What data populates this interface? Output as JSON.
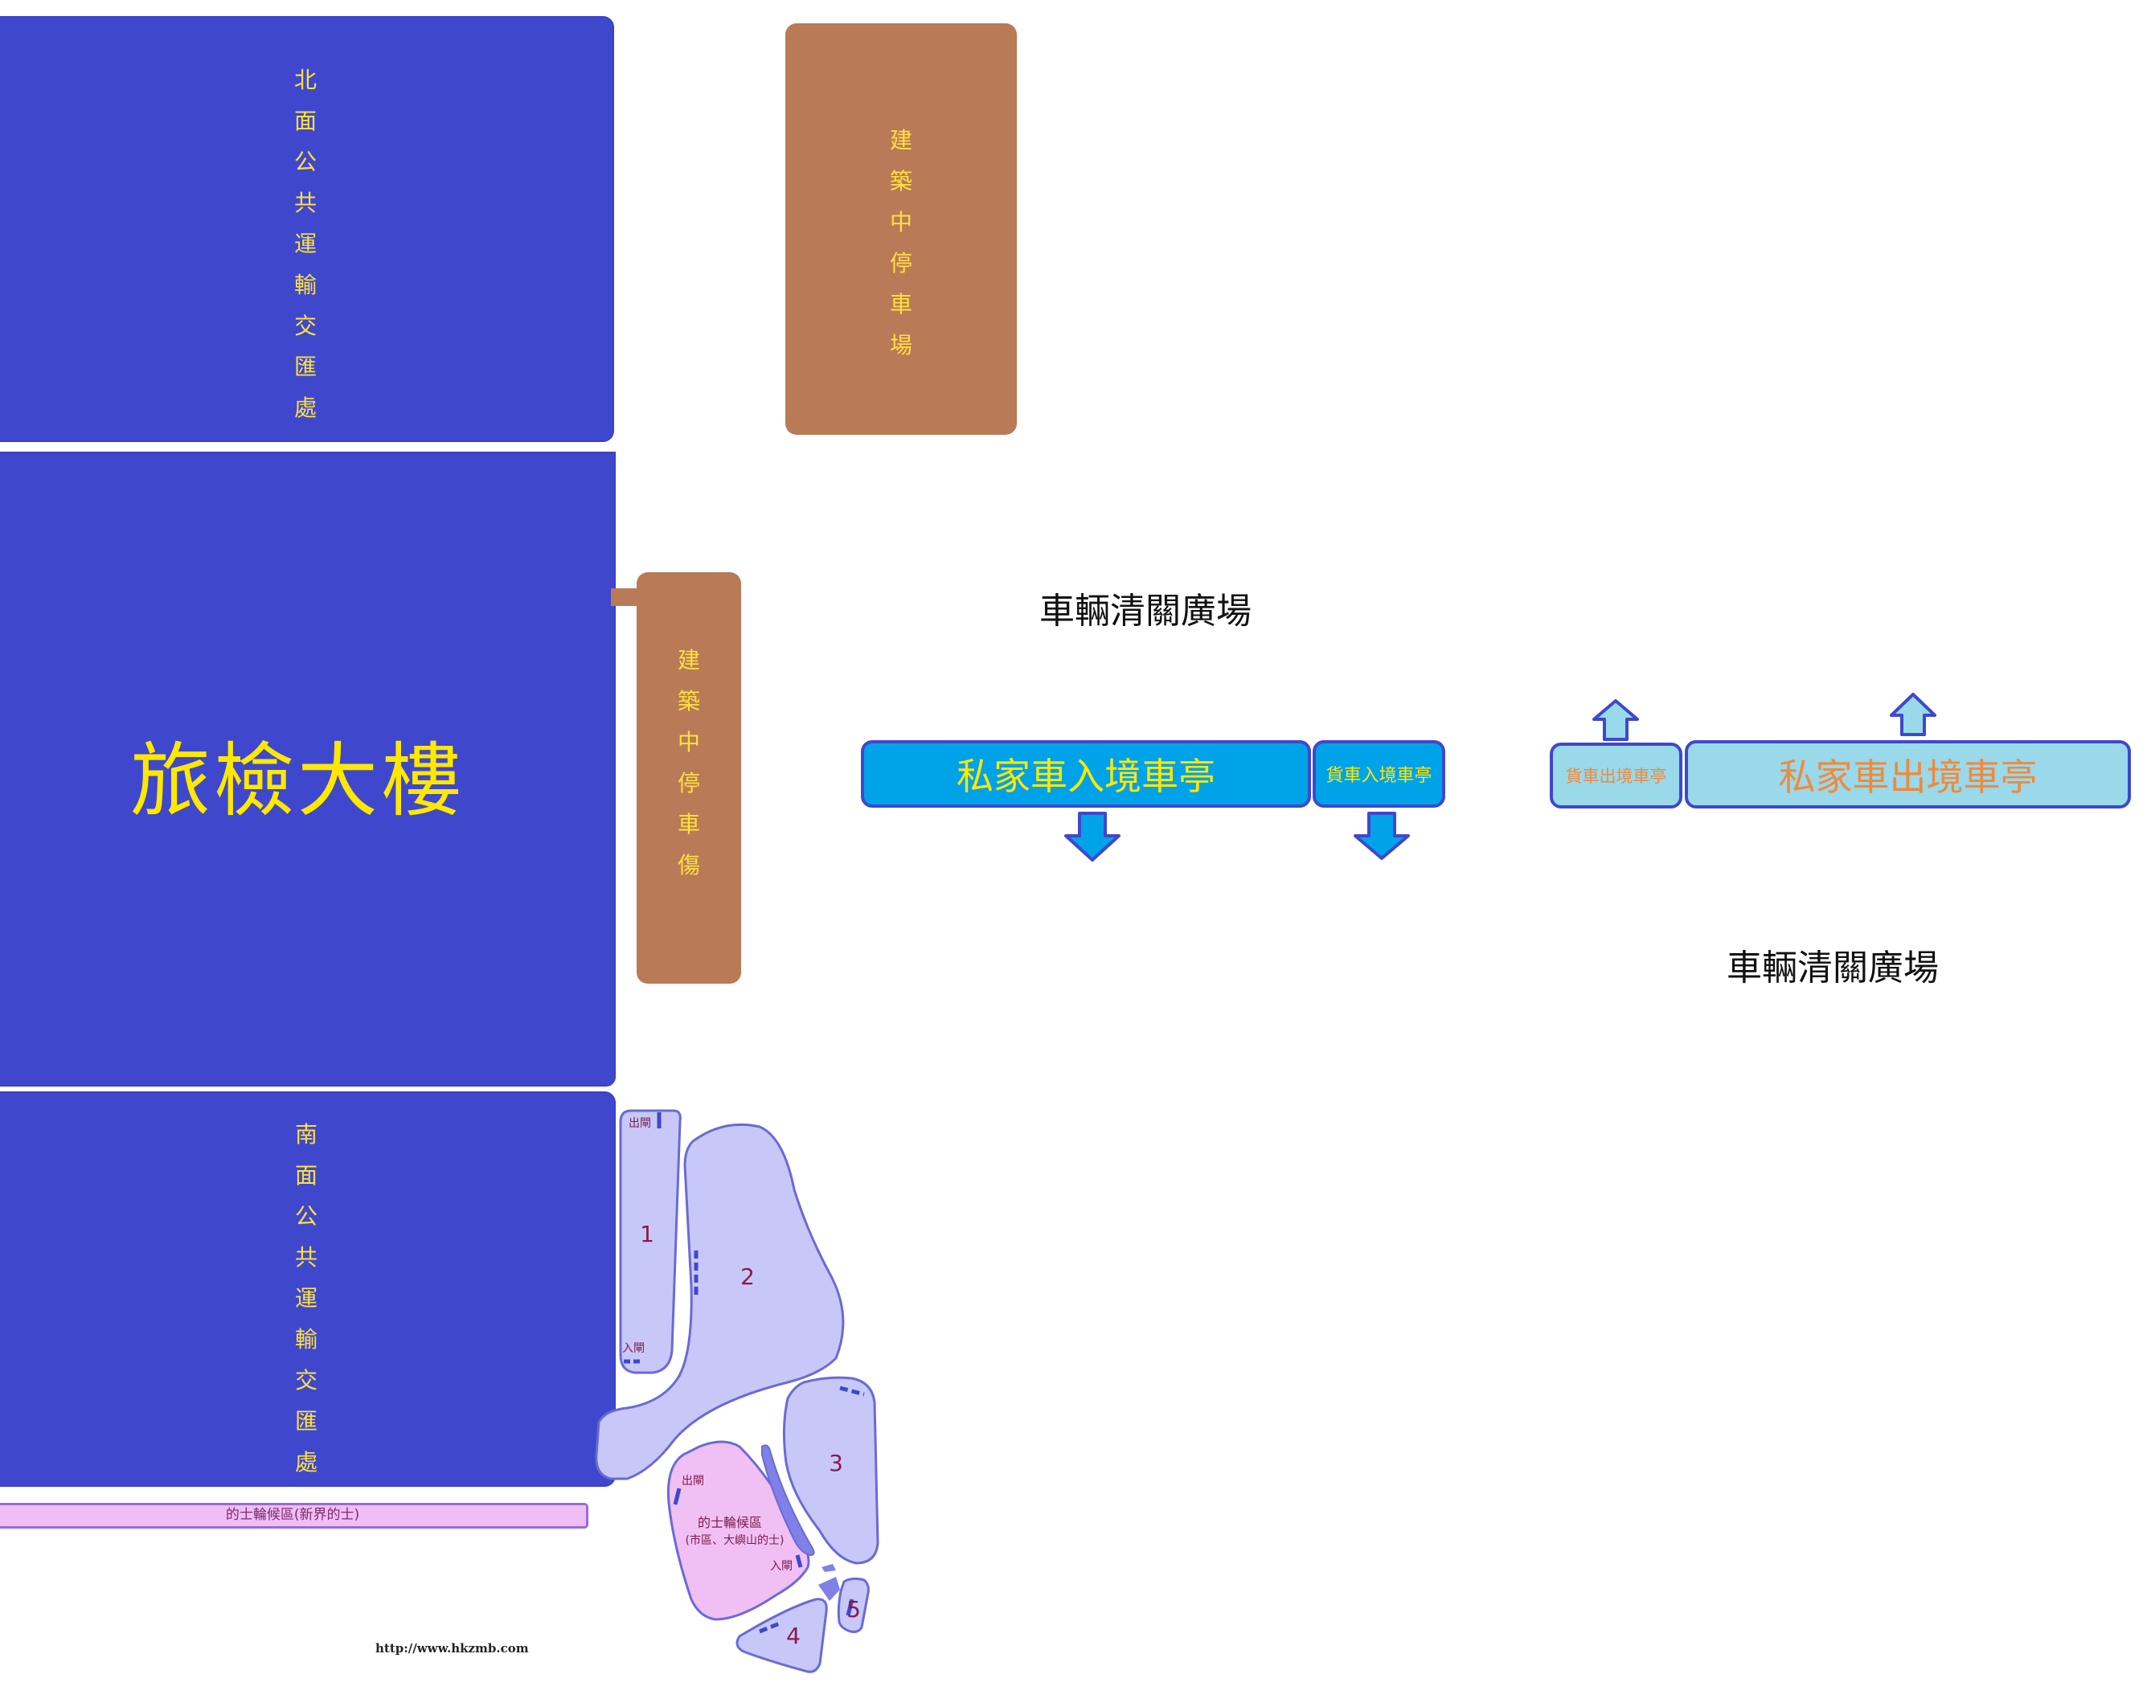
{
  "buildings": {
    "north_transport": {
      "label": "北面公共運輸交匯處"
    },
    "main_building": {
      "label": "旅檢大樓"
    },
    "south_transport": {
      "label": "南面公共運輸交匯處"
    },
    "carpark_upper": {
      "label": "建築中停車場"
    },
    "carpark_lower": {
      "label": "建築中停車傷"
    }
  },
  "plazas": {
    "upper": "車輛清關廣場",
    "lower": "車輛清關廣場"
  },
  "booths": {
    "private_in": "私家車入境車亭",
    "goods_in": "貨車入境車亭",
    "goods_out": "貨車出境車亭",
    "private_out": "私家車出境車亭"
  },
  "taxi": {
    "nt_bar": "的士輪候區(新界的士)",
    "zone_line1": "的士輪候區",
    "zone_line2": "(市區、大嶼山的士)",
    "exit_gate_a": "出閘",
    "entry_gate_a": "入閘",
    "exit_gate_b": "出閘",
    "entry_gate_b": "入閘"
  },
  "bays": {
    "bay1": "1",
    "bay2": "2",
    "bay3": "3",
    "bay4": "4",
    "bay5": "5"
  },
  "footer": {
    "url": "http://www.hkzmb.com"
  },
  "colors": {
    "building_blue": "#3f48cc",
    "carpark_brown": "#b97a57",
    "label_yellow": "#ffe800",
    "booth_in": "#00a2e8",
    "booth_out": "#99d9ea",
    "bay_lavender": "#c8c8f8",
    "taxi_pink": "#f0c0f4"
  }
}
